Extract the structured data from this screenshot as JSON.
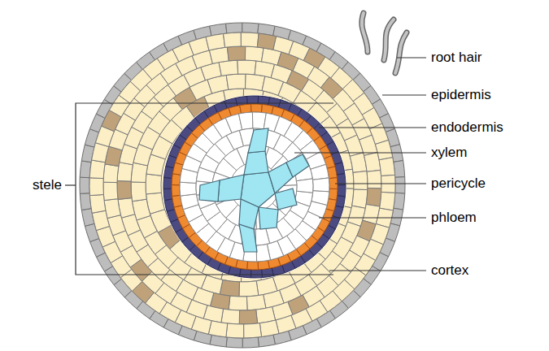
{
  "diagram": {
    "labels": [
      "root hair",
      "epidermis",
      "endodermis",
      "xylem",
      "pericycle",
      "phloem",
      "cortex",
      "stele"
    ]
  }
}
